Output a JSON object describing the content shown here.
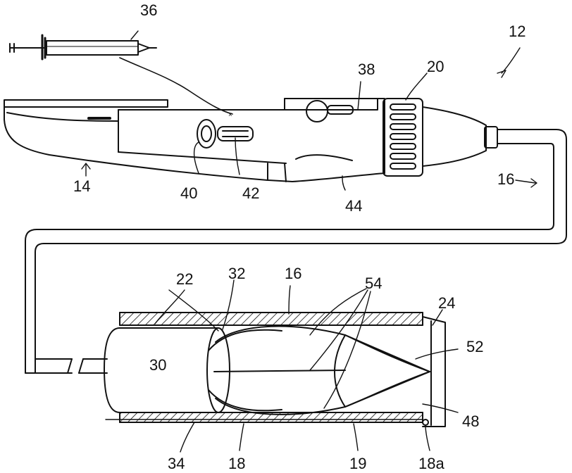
{
  "figure": {
    "reference_numerals": {
      "n36": "36",
      "n12": "12",
      "n38": "38",
      "n20": "20",
      "n16_top": "16",
      "n14": "14",
      "n40": "40",
      "n42": "42",
      "n44": "44",
      "n22": "22",
      "n32": "32",
      "n16_mid": "16",
      "n54": "54",
      "n24": "24",
      "n30": "30",
      "n52": "52",
      "n48": "48",
      "n34": "34",
      "n18": "18",
      "n19": "19",
      "n18a": "18a"
    },
    "colors": {
      "ink": "#111111",
      "paper": "#ffffff"
    }
  }
}
